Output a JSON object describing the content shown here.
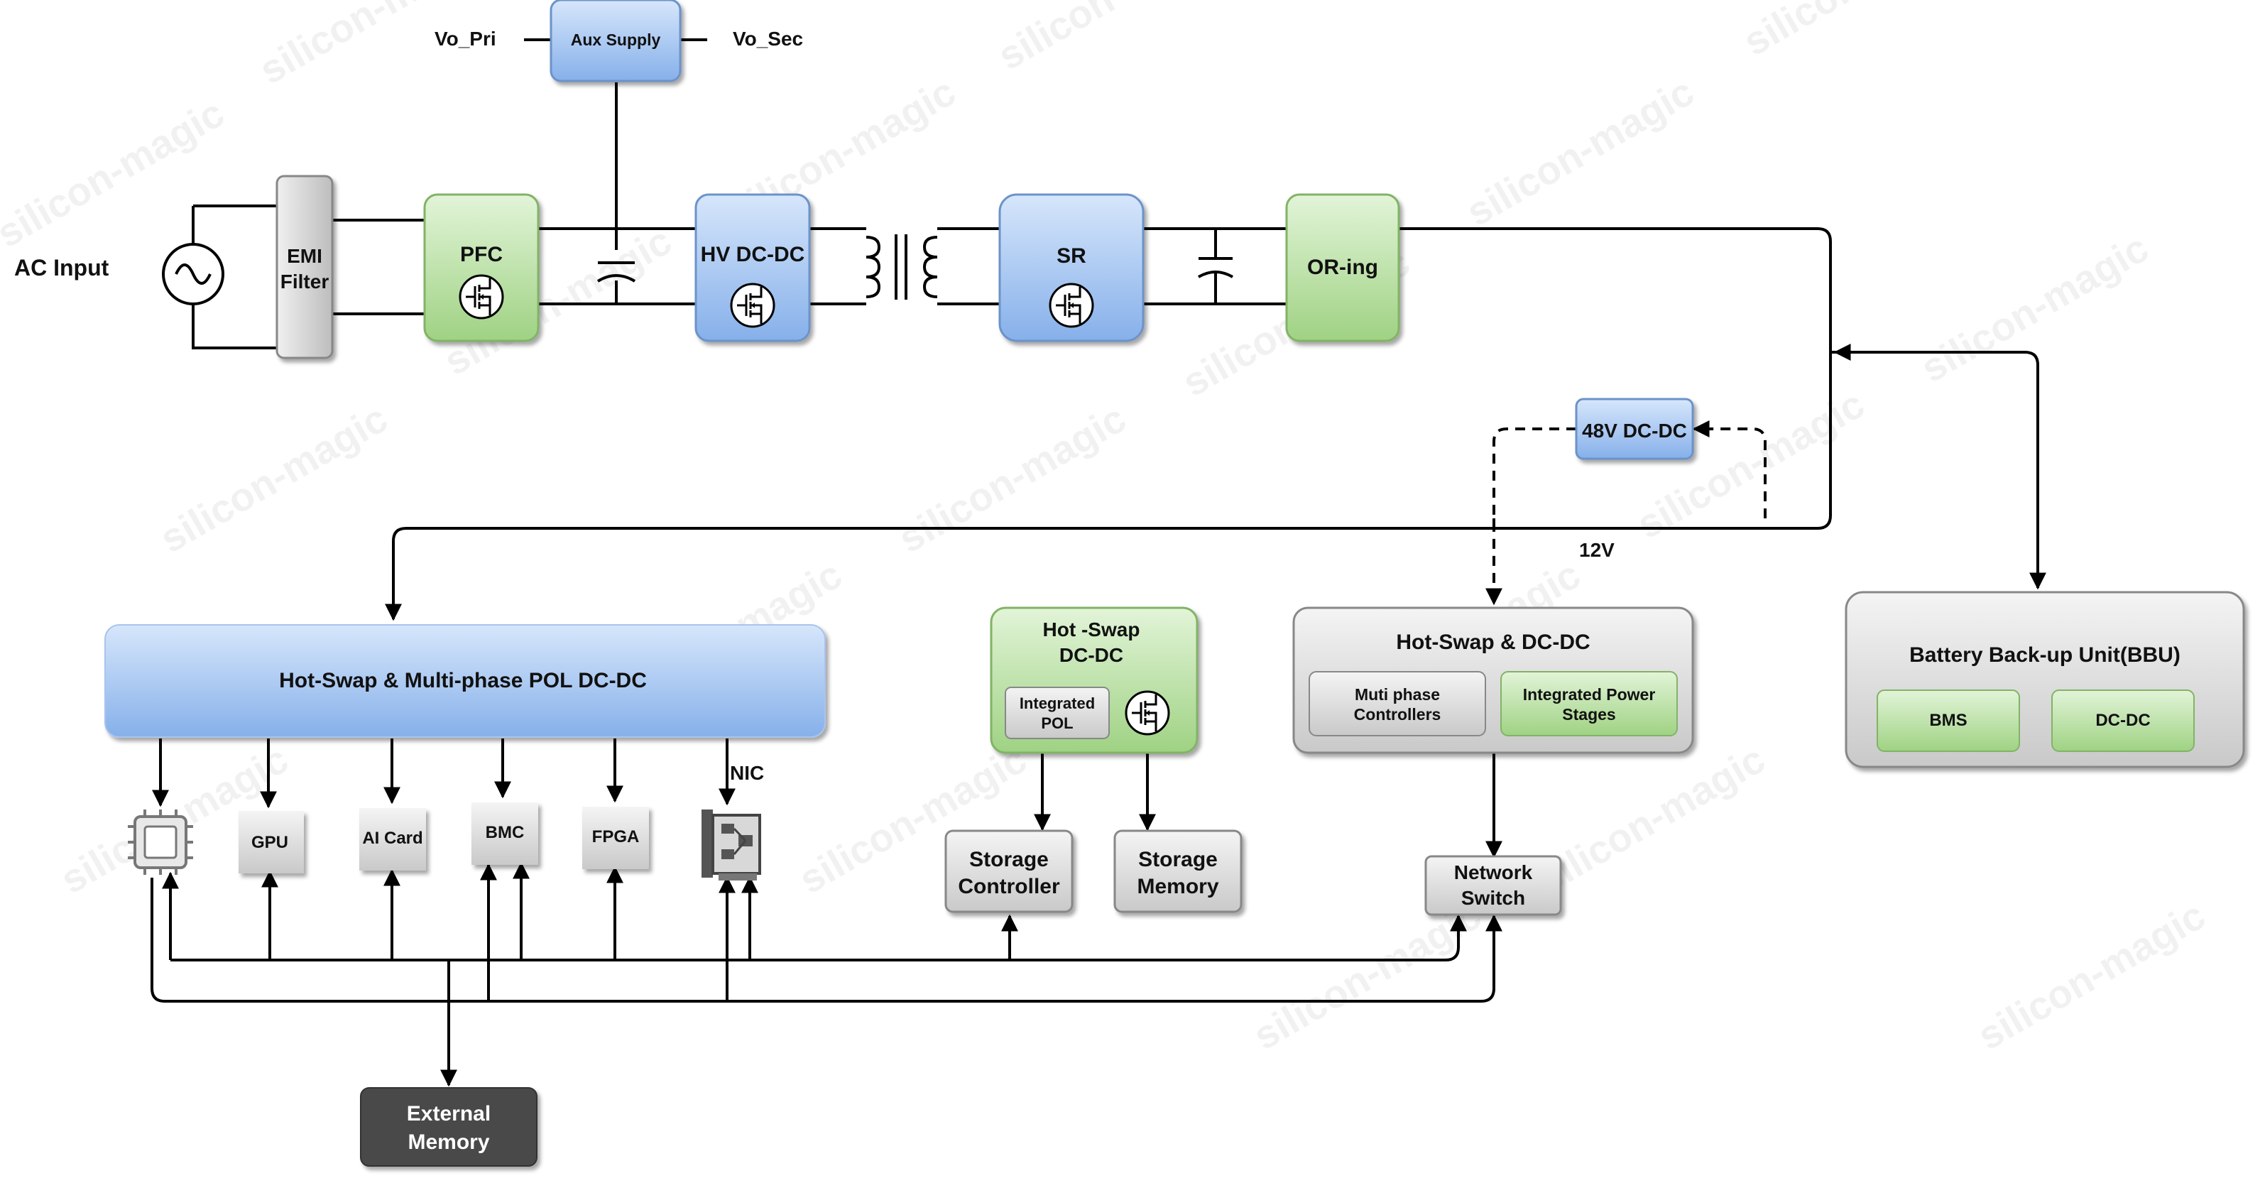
{
  "labels": {
    "ac_input": "AC Input",
    "emi_filter_1": "EMI",
    "emi_filter_2": "Filter",
    "pfc": "PFC",
    "hv_dcdc": "HV DC-DC",
    "sr": "SR",
    "oring": "OR-ing",
    "aux_supply": "Aux Supply",
    "vo_pri": "Vo_Pri",
    "vo_sec": "Vo_Sec",
    "dcdc_48v": "48V DC-DC",
    "v12": "12V",
    "pol_dcdc": "Hot-Swap & Multi-phase POL DC-DC",
    "gpu": "GPU",
    "ai_card": "AI Card",
    "bmc": "BMC",
    "fpga": "FPGA",
    "nic": "NIC",
    "hs_dcdc_1": "Hot -Swap",
    "hs_dcdc_2": "DC-DC",
    "integrated_pol_1": "Integrated",
    "integrated_pol_2": "POL",
    "storage_controller_1": "Storage",
    "storage_controller_2": "Controller",
    "storage_memory_1": "Storage",
    "storage_memory_2": "Memory",
    "hs_dcdc_right": "Hot-Swap & DC-DC",
    "multiphase_1": "Muti phase",
    "multiphase_2": "Controllers",
    "ips_1": "Integrated Power",
    "ips_2": "Stages",
    "network_switch_1": "Network",
    "network_switch_2": "Switch",
    "bbu": "Battery Back-up Unit(BBU)",
    "bms": "BMS",
    "bbu_dcdc": "DC-DC",
    "ext_memory_1": "External",
    "ext_memory_2": "Memory",
    "watermark": "silicon-magic"
  },
  "colors": {
    "blue_top": "#d6e6fb",
    "blue_bottom": "#86b0ea",
    "green_top": "#e2f4d8",
    "green_bottom": "#9fd283",
    "gray_top": "#f4f4f4",
    "gray_bottom": "#c9c9c9",
    "dark_block": "#4a4a4a",
    "stroke_blue": "#6c93c9",
    "stroke_green": "#82b366",
    "stroke_gray": "#888888"
  },
  "icons": {
    "ac_source": "ac-source-icon",
    "mosfet": "mosfet-icon",
    "capacitor": "capacitor-icon",
    "transformer": "transformer-icon",
    "cpu": "cpu-chip-icon",
    "nic_card": "nic-card-icon"
  }
}
